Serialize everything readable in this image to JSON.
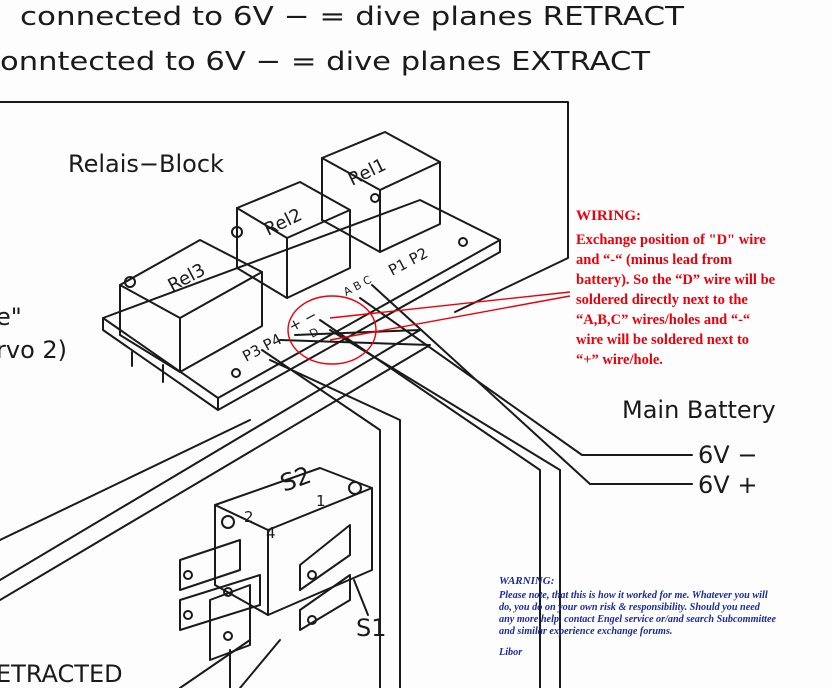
{
  "header": {
    "line1": "connected to 6V − = dive planes RETRACT",
    "line2": "onntected to 6V − = dive planes EXTRACT"
  },
  "relay_block": {
    "title": "Relais−Block",
    "relays": [
      "Rel1",
      "Rel2",
      "Rel3"
    ],
    "pins_right": "P1 P2",
    "pins_left": "P3 P4",
    "abc": "A B C",
    "plus_minus": "+ −",
    "d_pin": "D"
  },
  "left_cut": {
    "quote": "e\"",
    "servo": "rvo 2)",
    "retracted": "ETRACTED"
  },
  "battery": {
    "title": "Main Battery",
    "minus": "6V  −",
    "plus": "6V  +"
  },
  "switch": {
    "s2": "S2",
    "s1": "S1",
    "pin1": "1",
    "pin2": "2",
    "pin4": "4"
  },
  "wiring_note": {
    "title": "WIRING:",
    "lines": [
      "Exchange position of \"D\" wire",
      "and “-“ (minus lead from",
      "battery). So the “D” wire will be",
      "soldered directly next to the",
      "“A,B,C” wires/holes and “-“",
      "wire will be soldered next to",
      "“+” wire/hole."
    ]
  },
  "warning": {
    "title": "WARNING:",
    "lines": [
      "Please note, that this is how it worked for me. Whatever you will",
      "do, you do on your own risk & responsibility. Should you need",
      "any more help, contact Engel service or/and search Subcommittee",
      "and similar experience exchange forums."
    ],
    "signature": "Libor"
  },
  "colors": {
    "drawing": "#1a1a1a",
    "annotation_red": "#e8000b",
    "warning_blue": "#1a2b9a"
  }
}
